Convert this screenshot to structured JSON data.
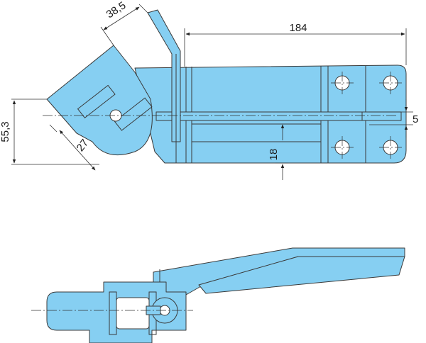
{
  "drawing": {
    "background": "#ffffff",
    "part_color": "#86cff2",
    "line_color": "#3a3a3a",
    "views": [
      "top-view",
      "side-view"
    ]
  },
  "dimensions": {
    "overall_length": "184",
    "lever_angle_offset": "38,5",
    "height": "55,3",
    "hook_depth": "27",
    "bar_offset": "18",
    "slot_width": "5"
  }
}
